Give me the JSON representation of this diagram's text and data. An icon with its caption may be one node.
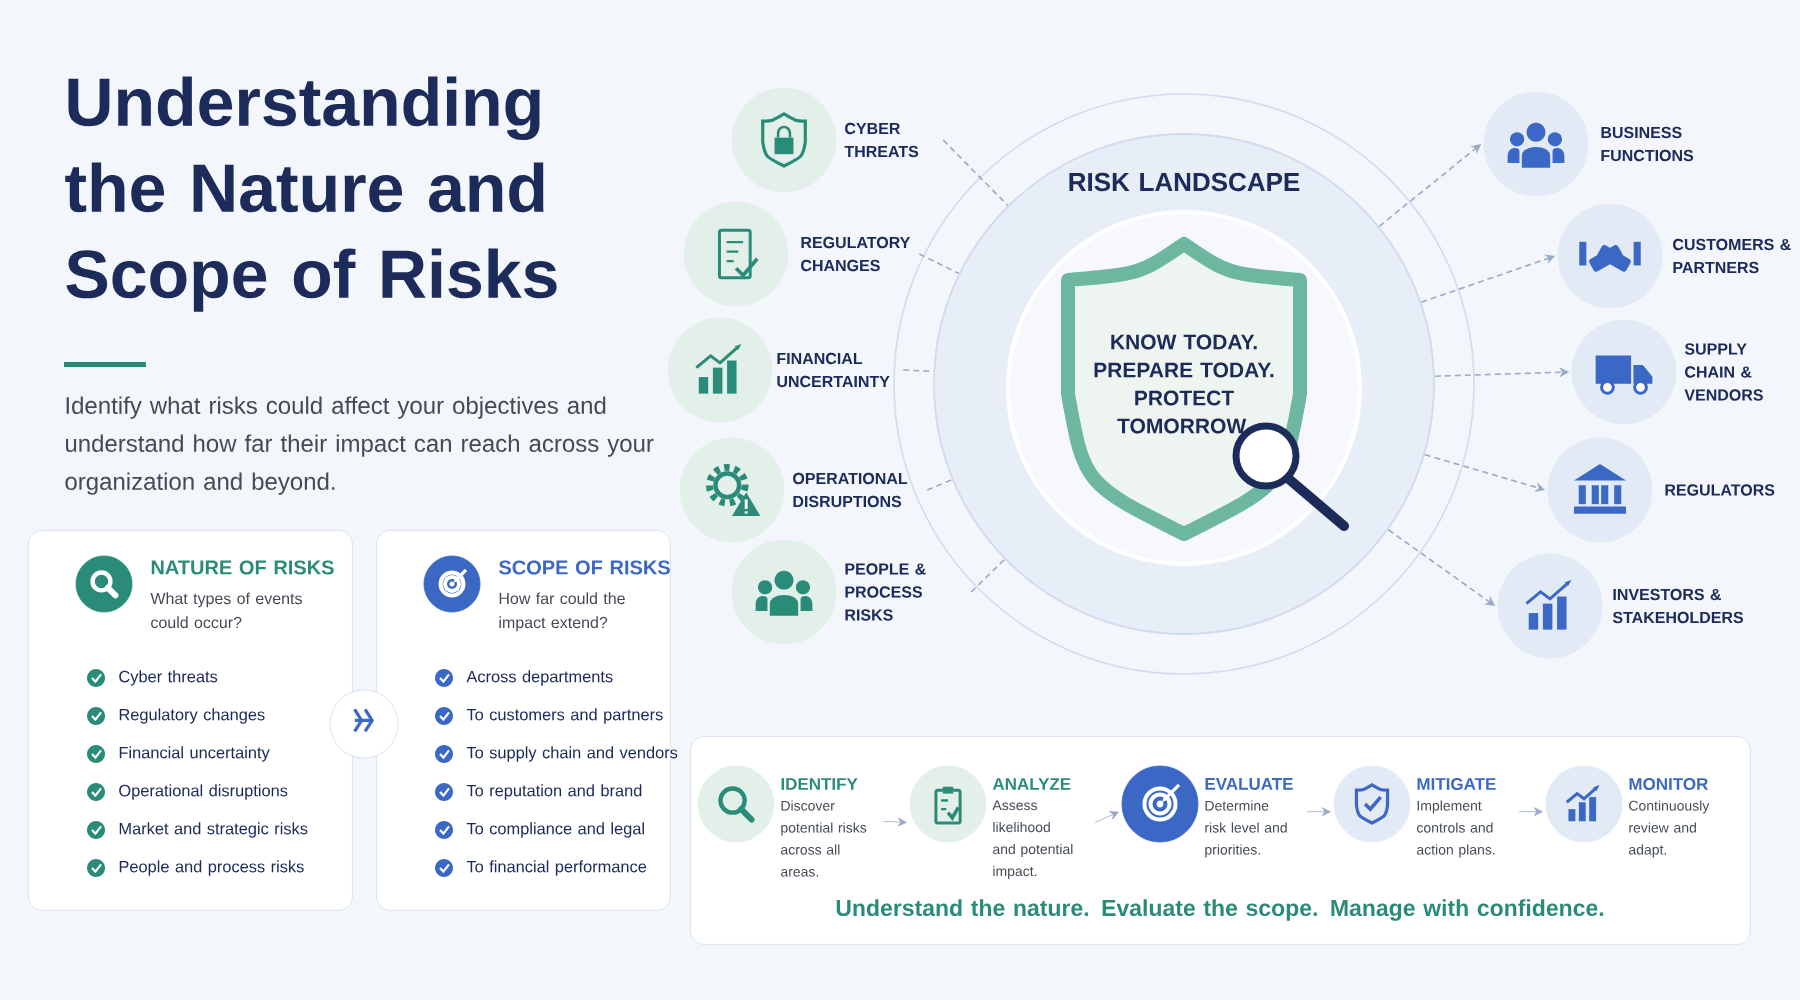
{
  "diagram": {
    "title": "Understanding the Nature and Scope of Risks",
    "nodes": [
      {
        "text": [
          "NATURE OF RISKS",
          "What types of events could occur?",
          "Cyber threats",
          "Regulatory changes",
          "Financial uncertainty",
          "Operational disruptions",
          "Market and strategic risks",
          "People and process risks"
        ]
      },
      {
        "text": [
          "SCOPE OF RISKS",
          "How far could the impact extend?",
          "Across departments",
          "To customers and partners",
          "To supply chain and vendors",
          "To reputation and brand",
          "To compliance and legal",
          "To financial performance"
        ]
      },
      {
        "text": [
          "RISK LANDSCAPE"
        ]
      },
      {
        "text": [
          "KNOW TODAY. PREPARE TODAY. PROTECT TOMORROW."
        ],
        "in": 2
      },
      {
        "text": [
          "CYBER THREATS"
        ]
      },
      {
        "text": [
          "REGULATORY CHANGES"
        ]
      },
      {
        "text": [
          "FINANCIAL UNCERTAINTY"
        ]
      },
      {
        "text": [
          "OPERATIONAL DISRUPTIONS"
        ]
      },
      {
        "text": [
          "PEOPLE & PROCESS RISKS"
        ]
      },
      {
        "text": [
          "BUSINESS FUNCTIONS"
        ]
      },
      {
        "text": [
          "CUSTOMERS & PARTNERS"
        ]
      },
      {
        "text": [
          "SUPPLY CHAIN & VENDORS"
        ]
      },
      {
        "text": [
          "REGULATORS"
        ]
      },
      {
        "text": [
          "INVESTORS & STAKEHOLDERS"
        ]
      },
      {
        "text": [
          "Understand the nature. Evaluate the scope. Manage with confidence."
        ]
      },
      {
        "text": [
          "IDENTIFY",
          "Discover potential risks across all areas."
        ],
        "in": 14
      },
      {
        "text": [
          "ANALYZE",
          "Assess likelihood and potential impact."
        ],
        "in": 14
      },
      {
        "text": [
          "EVALUATE",
          "Determine risk level and priorities."
        ],
        "in": 14
      },
      {
        "text": [
          "MITIGATE",
          "Implement controls and action plans."
        ],
        "in": 14
      },
      {
        "text": [
          "MONITOR",
          "Continuously review and adapt."
        ],
        "in": 14
      }
    ],
    "edges": [
      {
        "from": 0,
        "to": 1,
        "arrow": "to",
        "color": "#3a68c4"
      },
      {
        "from": 4,
        "to": 2,
        "arrow": "none",
        "style": "dashed"
      },
      {
        "from": 5,
        "to": 2,
        "arrow": "none",
        "style": "dashed"
      },
      {
        "from": 6,
        "to": 2,
        "arrow": "none",
        "style": "dashed"
      },
      {
        "from": 7,
        "to": 2,
        "arrow": "none",
        "style": "dashed"
      },
      {
        "from": 8,
        "to": 2,
        "arrow": "none",
        "style": "dashed"
      },
      {
        "from": 2,
        "to": 9,
        "arrow": "to",
        "style": "dashed"
      },
      {
        "from": 2,
        "to": 10,
        "arrow": "to",
        "style": "dashed"
      },
      {
        "from": 2,
        "to": 11,
        "arrow": "to",
        "style": "dashed"
      },
      {
        "from": 2,
        "to": 12,
        "arrow": "to",
        "style": "dashed"
      },
      {
        "from": 2,
        "to": 13,
        "arrow": "to",
        "style": "dashed"
      },
      {
        "from": 15,
        "to": 16,
        "arrow": "to"
      },
      {
        "from": 16,
        "to": 17,
        "arrow": "to"
      },
      {
        "from": 17,
        "to": 18,
        "arrow": "to"
      },
      {
        "from": 18,
        "to": 19,
        "arrow": "to"
      }
    ],
    "labels": [
      "Identify what risks could affect your objectives and understand how far their impact can reach across your organization and beyond."
    ]
  }
}
